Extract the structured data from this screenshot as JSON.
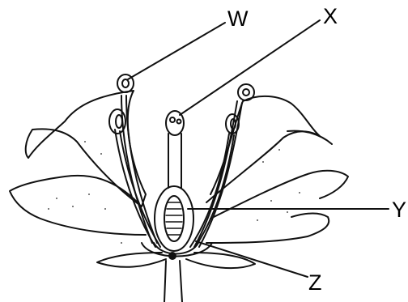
{
  "labels": {
    "w": "W",
    "x": "X",
    "y": "Y",
    "z": "Z"
  },
  "colors": {
    "ink": "#111111",
    "background": "#ffffff"
  }
}
